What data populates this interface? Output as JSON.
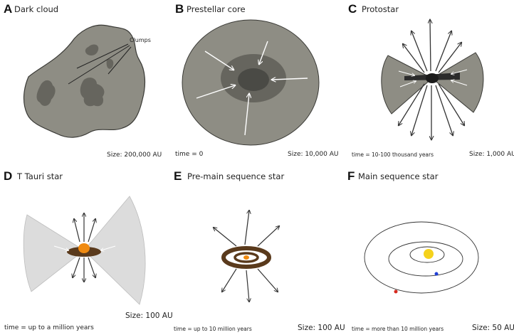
{
  "panels": [
    {
      "letter": "A",
      "title": "Dark cloud",
      "size": "Size: 200,000 AU",
      "annotation": "Clumps"
    },
    {
      "letter": "B",
      "title": "Prestellar core",
      "size": "Size: 10,000 AU",
      "time": "time = 0"
    },
    {
      "letter": "C",
      "title": "Protostar",
      "size": "Size: 1,000 AU",
      "time": "time = 10-100 thousand years"
    },
    {
      "letter": "D",
      "title": "T Tauri star",
      "size": "Size: 100 AU",
      "time": "time = up to a million years"
    },
    {
      "letter": "E",
      "title": "Pre-main sequence star",
      "size": "Size: 100 AU",
      "time": "time = up to 10 million years"
    },
    {
      "letter": "F",
      "title": "Main sequence star",
      "size": "Size: 50 AU",
      "time": "time = more than 10 million years"
    }
  ],
  "colors": {
    "cloud_gray": "#8e8d84",
    "core_dark": "#4f4f4a",
    "disk_brown": "#5a3a1c",
    "star_orange": "#f08a10",
    "sun_yellow": "#f5d21c",
    "outflow_light": "#dcdcdc",
    "planet_blue": "#1f3fd6",
    "planet_red": "#d62a1f"
  }
}
